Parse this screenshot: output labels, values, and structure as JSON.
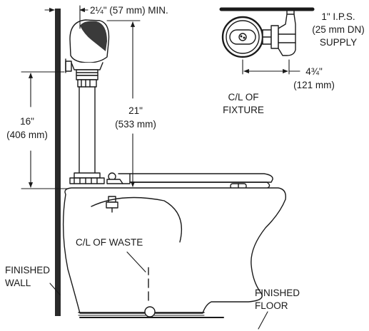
{
  "labels": {
    "offset_min": "2¼\" (57 mm) MIN.",
    "supply_line1": "1\" I.P.S.",
    "supply_line2": "(25 mm DN)",
    "supply_line3": "SUPPLY",
    "dim_side_in": "4¾\"",
    "dim_side_mm": "(121 mm)",
    "fixture_line1": "C/L OF",
    "fixture_line2": "FIXTURE",
    "height_16_in": "16\"",
    "height_16_mm": "(406 mm)",
    "height_21_in": "21\"",
    "height_21_mm": "(533 mm)",
    "waste": "C/L OF WASTE",
    "wall_line1": "FINISHED",
    "wall_line2": "WALL",
    "floor_line1": "FINISHED",
    "floor_line2": "FLOOR"
  },
  "colors": {
    "line": "#1a1a1a",
    "wall": "#2a2a2a",
    "valve_cap": "#3a3a3a"
  }
}
